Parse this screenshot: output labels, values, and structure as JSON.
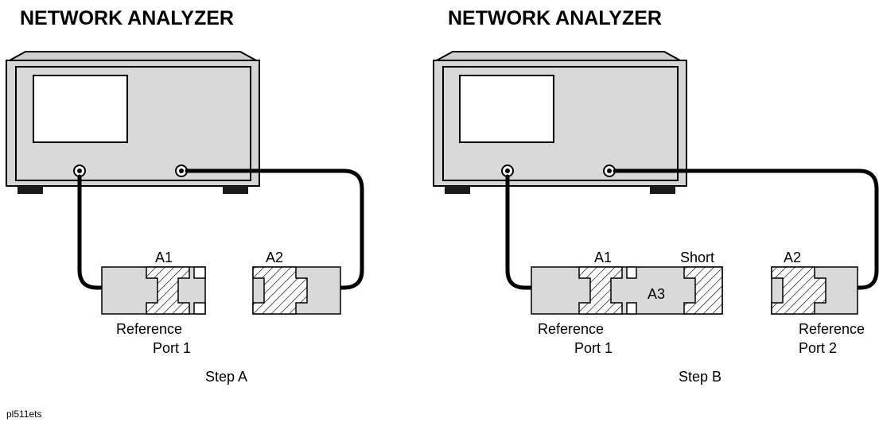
{
  "step_a": {
    "title": "NETWORK ANALYZER",
    "adapter_a1": "A1",
    "adapter_a2": "A2",
    "ref_port_line1": "Reference",
    "ref_port_line2": "Port 1",
    "step_label": "Step A"
  },
  "step_b": {
    "title": "NETWORK ANALYZER",
    "adapter_a1": "A1",
    "adapter_a2": "A2",
    "adapter_a3": "A3",
    "short_label": "Short",
    "ref_port1_line1": "Reference",
    "ref_port1_line2": "Port 1",
    "ref_port2_line1": "Reference",
    "ref_port2_line2": "Port 2",
    "step_label": "Step B"
  },
  "figure_id": "pl511ets"
}
